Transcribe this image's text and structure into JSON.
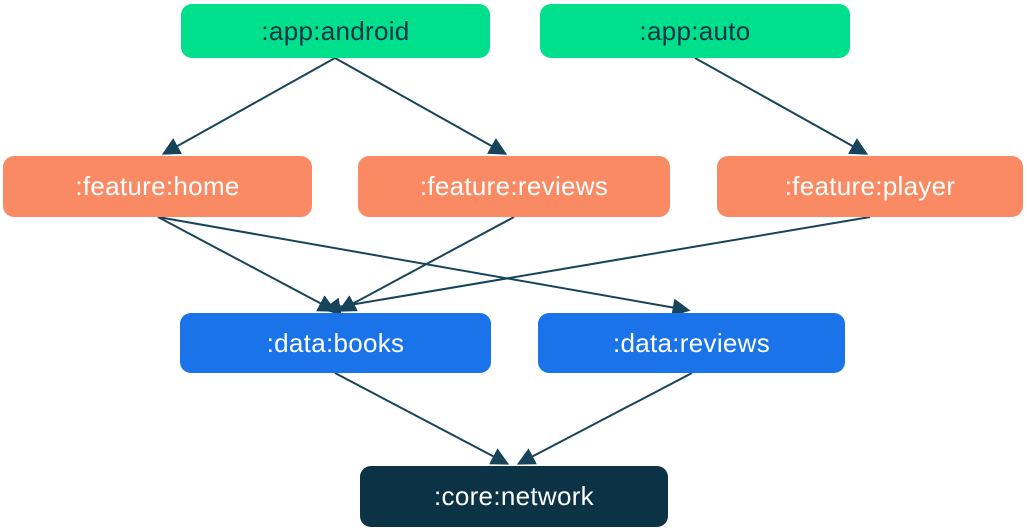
{
  "diagram": {
    "type": "module-dependency-graph",
    "nodes": [
      {
        "id": "app-android",
        "label": ":app:android",
        "group": "app"
      },
      {
        "id": "app-auto",
        "label": ":app:auto",
        "group": "app"
      },
      {
        "id": "feature-home",
        "label": ":feature:home",
        "group": "feature"
      },
      {
        "id": "feature-reviews",
        "label": ":feature:reviews",
        "group": "feature"
      },
      {
        "id": "feature-player",
        "label": ":feature:player",
        "group": "feature"
      },
      {
        "id": "data-books",
        "label": ":data:books",
        "group": "data"
      },
      {
        "id": "data-reviews",
        "label": ":data:reviews",
        "group": "data"
      },
      {
        "id": "core-network",
        "label": ":core:network",
        "group": "core"
      }
    ],
    "edges": [
      {
        "from": ":app:android",
        "to": ":feature:home"
      },
      {
        "from": ":app:android",
        "to": ":feature:reviews"
      },
      {
        "from": ":app:auto",
        "to": ":feature:player"
      },
      {
        "from": ":feature:home",
        "to": ":data:books"
      },
      {
        "from": ":feature:home",
        "to": ":data:reviews"
      },
      {
        "from": ":feature:reviews",
        "to": ":data:books"
      },
      {
        "from": ":feature:player",
        "to": ":data:books"
      },
      {
        "from": ":data:books",
        "to": ":core:network"
      },
      {
        "from": ":data:reviews",
        "to": ":core:network"
      }
    ]
  },
  "colors": {
    "app-node": "#00E08C",
    "feature-node": "#FA8A64",
    "data-node": "#1A73E8",
    "core-node": "#0B3245",
    "edge": "#17445A",
    "text-dark": "#0B3245",
    "text-light": "#FFFFFF",
    "background": "#FFFFFF"
  }
}
